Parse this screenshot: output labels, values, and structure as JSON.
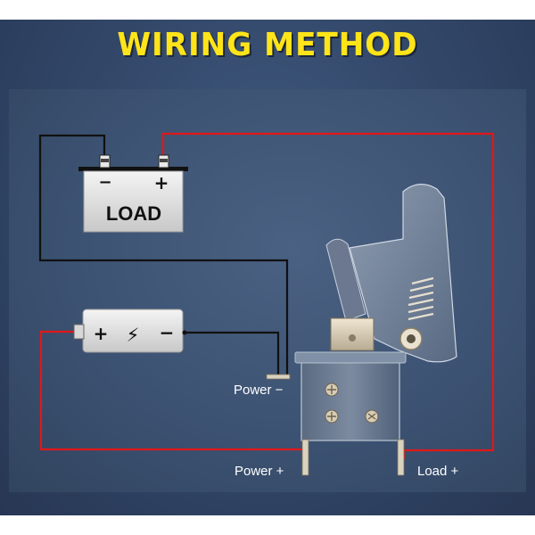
{
  "title": "WIRING METHOD",
  "load_box": {
    "label": "LOAD",
    "neg_sign": "−",
    "pos_sign": "+"
  },
  "battery": {
    "pos_sign": "+",
    "bolt_symbol": "⚡",
    "neg_sign": "−"
  },
  "terminals": {
    "power_neg": "Power −",
    "power_pos": "Power +",
    "load_pos": "Load +"
  },
  "colors": {
    "title": "#ffe419",
    "positive_wire": "#e01818",
    "negative_wire": "#111111",
    "background": "#3c5272"
  },
  "icons": {
    "switch": "toggle-switch-with-safety-cover",
    "screw": "screw-icon",
    "bolt": "lightning-bolt-icon"
  }
}
